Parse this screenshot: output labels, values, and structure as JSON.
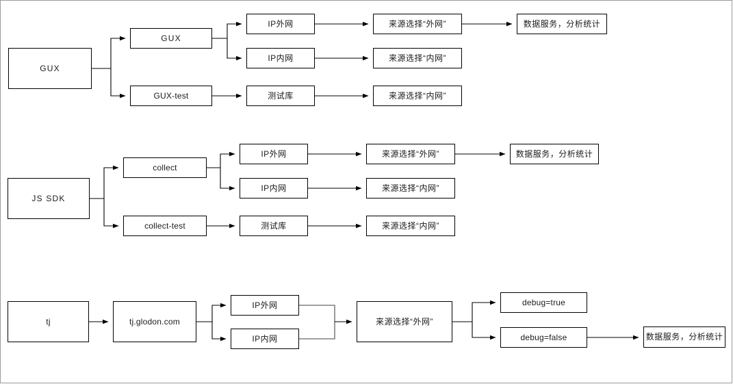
{
  "diagram": {
    "title": "",
    "background": "#ffffff",
    "border_color": "#9a9a9a",
    "node_border_color": "#000000",
    "edge_color": "#000000",
    "merge_edge_color": "#808080",
    "sections": [
      {
        "id": "gux",
        "root": "GUX",
        "nodes": [
          {
            "id": "gux-root",
            "label": "GUX"
          },
          {
            "id": "gux-env",
            "label": "GUX"
          },
          {
            "id": "gux-test",
            "label": "GUX-test"
          },
          {
            "id": "gux-ip-wai",
            "label": "IP外网"
          },
          {
            "id": "gux-ip-nei",
            "label": "IP内网"
          },
          {
            "id": "gux-ceshiku",
            "label": "测试库"
          },
          {
            "id": "gux-src-wai",
            "label": "来源选择“外网”"
          },
          {
            "id": "gux-src-nei",
            "label": "来源选择“内网”"
          },
          {
            "id": "gux-src-nei2",
            "label": "来源选择“内网”"
          },
          {
            "id": "gux-data-service",
            "label": "数据服务，分析统计"
          }
        ]
      },
      {
        "id": "jssdk",
        "root": "JS SDK",
        "nodes": [
          {
            "id": "js-root",
            "label": "JS SDK"
          },
          {
            "id": "js-collect",
            "label": "collect"
          },
          {
            "id": "js-collect-test",
            "label": "collect-test"
          },
          {
            "id": "js-ip-wai",
            "label": "IP外网"
          },
          {
            "id": "js-ip-nei",
            "label": "IP内网"
          },
          {
            "id": "js-ceshiku",
            "label": "测试库"
          },
          {
            "id": "js-src-wai",
            "label": "来源选择“外网”"
          },
          {
            "id": "js-src-nei",
            "label": "来源选择“内网”"
          },
          {
            "id": "js-src-nei2",
            "label": "来源选择“内网”"
          },
          {
            "id": "js-data-service",
            "label": "数据服务，分析统计"
          }
        ]
      },
      {
        "id": "tj",
        "root": "tj",
        "nodes": [
          {
            "id": "tj-root",
            "label": "tj"
          },
          {
            "id": "tj-domain",
            "label": "tj.glodon.com"
          },
          {
            "id": "tj-ip-wai",
            "label": "IP外网"
          },
          {
            "id": "tj-ip-nei",
            "label": "IP内网"
          },
          {
            "id": "tj-src-wai",
            "label": "来源选择“外网”"
          },
          {
            "id": "tj-debug-true",
            "label": "debug=true"
          },
          {
            "id": "tj-debug-false",
            "label": "debug=false"
          },
          {
            "id": "tj-data-service",
            "label": "数据服务，分析统计"
          }
        ]
      }
    ]
  }
}
